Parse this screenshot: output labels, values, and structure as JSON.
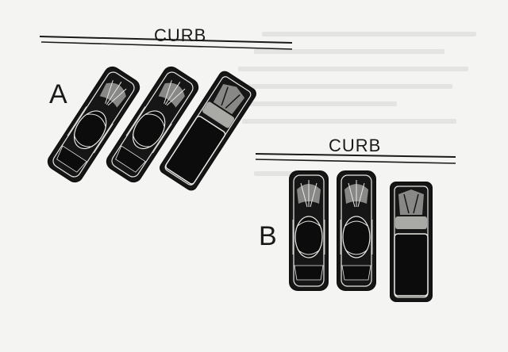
{
  "diagram": {
    "group_a": {
      "curb_label": "CURB",
      "letter": "A",
      "parking": "angled",
      "cars": [
        {
          "kind": "car-sedan"
        },
        {
          "kind": "car-sedan"
        },
        {
          "kind": "car-wagon"
        }
      ]
    },
    "group_b": {
      "curb_label": "CURB",
      "letter": "B",
      "parking": "perpendicular",
      "cars": [
        {
          "kind": "car-sedan"
        },
        {
          "kind": "car-sedan"
        },
        {
          "kind": "car-wagon"
        }
      ]
    }
  },
  "colors": {
    "ink": "#1a1a1a",
    "paper": "#f4f4f2",
    "body_dark": "#161616",
    "highlight": "#e8e8e4",
    "faint_bleed": "#d9d9d6"
  }
}
